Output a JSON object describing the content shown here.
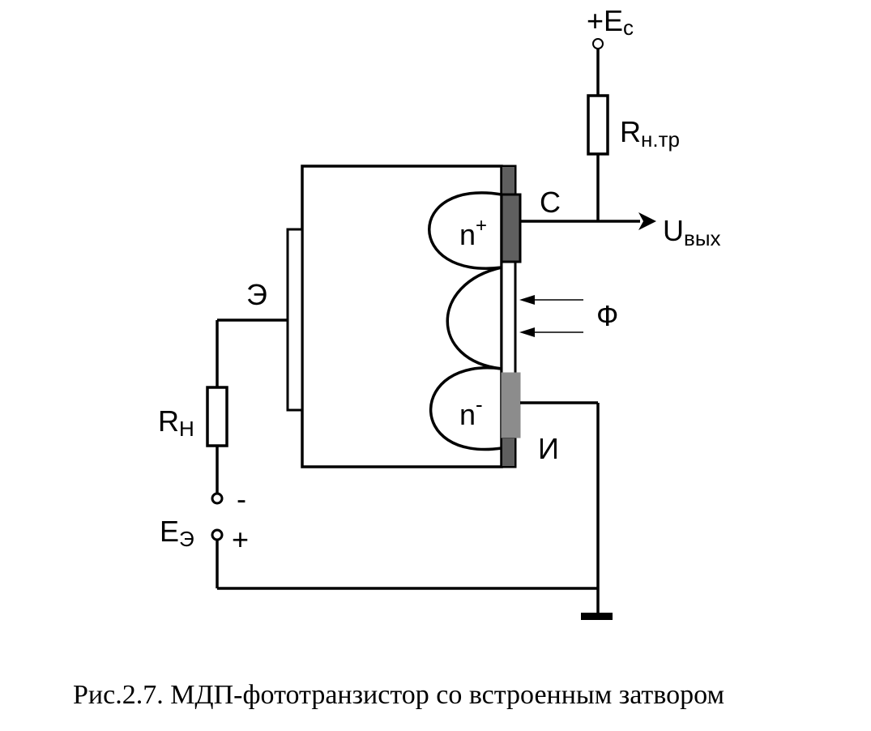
{
  "labels": {
    "supply_plus": "+E",
    "supply_sub": "c",
    "r_load_tr_main": "R",
    "r_load_tr_sub": "н.тр",
    "collector": "С",
    "output_main": "U",
    "output_sub": "вых",
    "n_plus_base": "n",
    "n_plus_sup": "+",
    "n_minus_base": "n",
    "n_minus_sup": "-",
    "emitter": "Э",
    "flux": "Ф",
    "source": "И",
    "r_load_main": "R",
    "r_load_sub": "Н",
    "minus_sign": "-",
    "plus_sign": "+",
    "e_emitter_main": "E",
    "e_emitter_sub": "Э"
  },
  "caption": "Рис.2.7. МДП-фототранзистор со встроенным затвором",
  "colors": {
    "line": "#000000",
    "gate_gray": "#5f5f5f",
    "source_gray": "#8c8c8c",
    "background": "#ffffff"
  }
}
